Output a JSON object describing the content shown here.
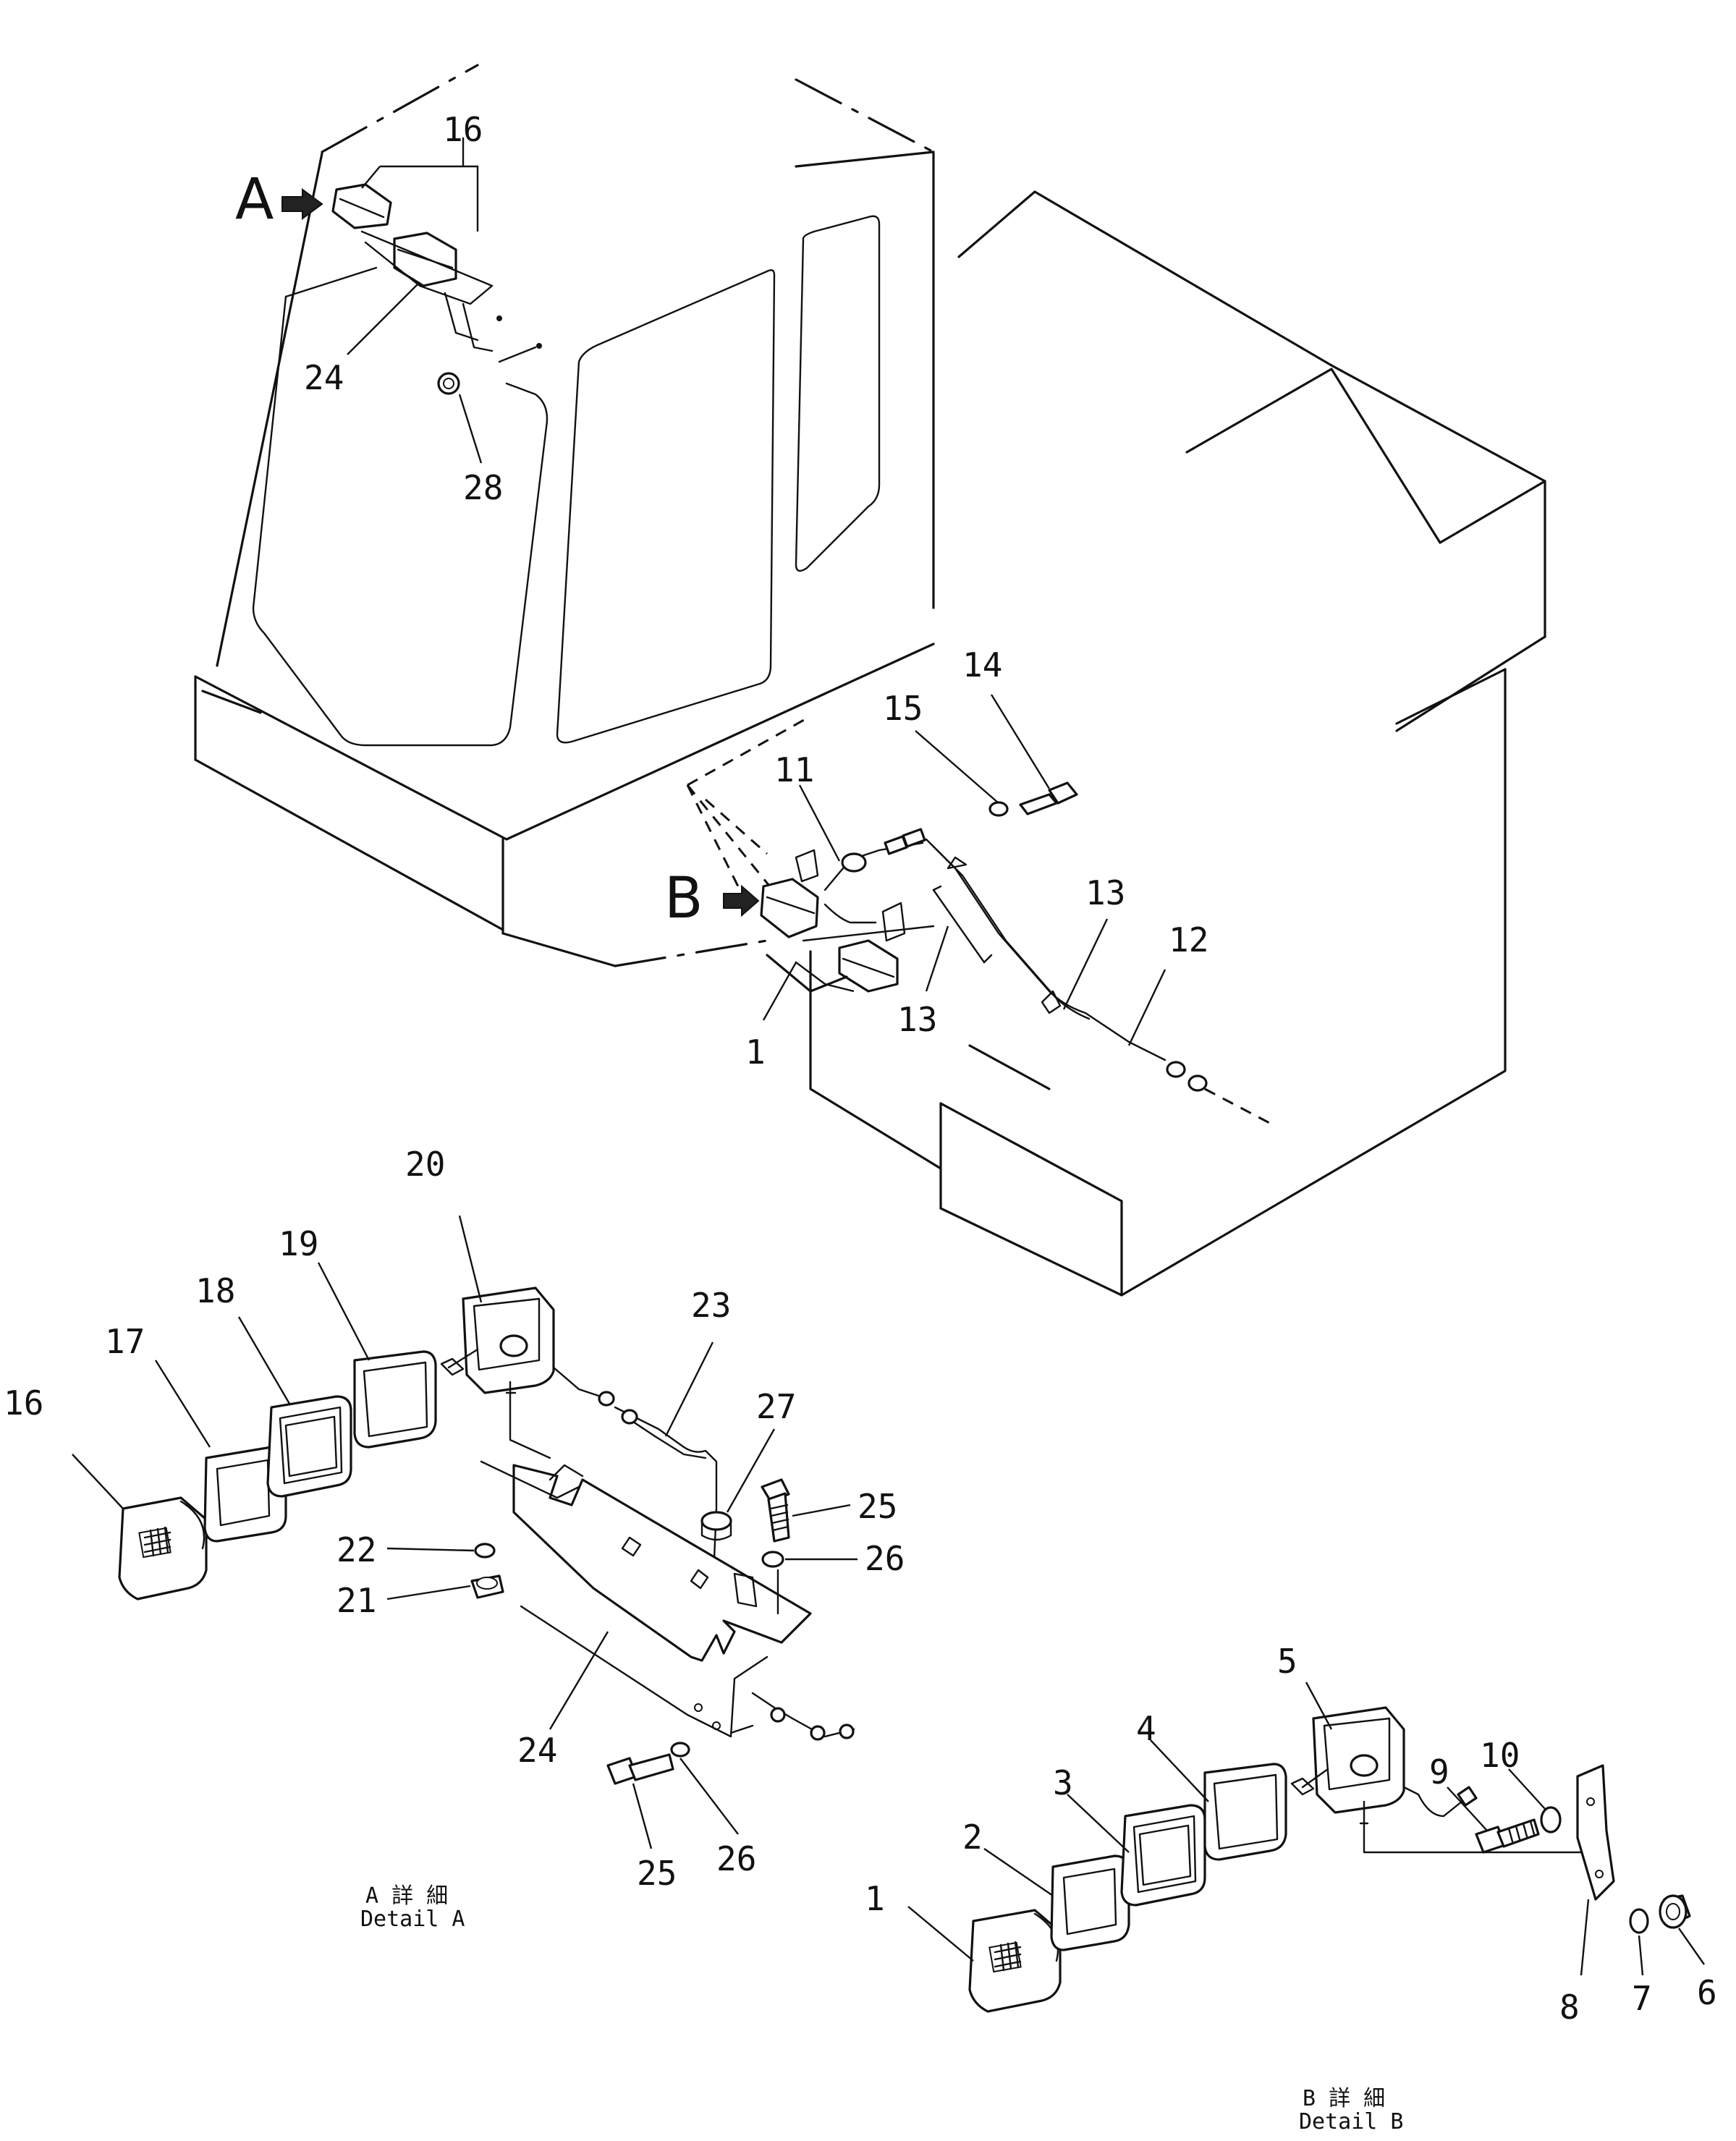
{
  "view_markers": {
    "a": "A",
    "b": "B"
  },
  "captions": {
    "detail_a_jp": "A 詳 細",
    "detail_a_en": "Detail A",
    "detail_b_jp": "B 詳 細",
    "detail_b_en": "Detail B"
  },
  "labels": {
    "p1": "1",
    "p2": "2",
    "p3": "3",
    "p4": "4",
    "p5": "5",
    "p6": "6",
    "p7": "7",
    "p8": "8",
    "p9": "9",
    "p10": "10",
    "p11": "11",
    "p12": "12",
    "p13": "13",
    "p14": "14",
    "p15": "15",
    "p16": "16",
    "p17": "17",
    "p18": "18",
    "p19": "19",
    "p20": "20",
    "p21": "21",
    "p22": "22",
    "p23": "23",
    "p24": "24",
    "p25": "25",
    "p26": "26",
    "p27": "27",
    "p28": "28"
  }
}
